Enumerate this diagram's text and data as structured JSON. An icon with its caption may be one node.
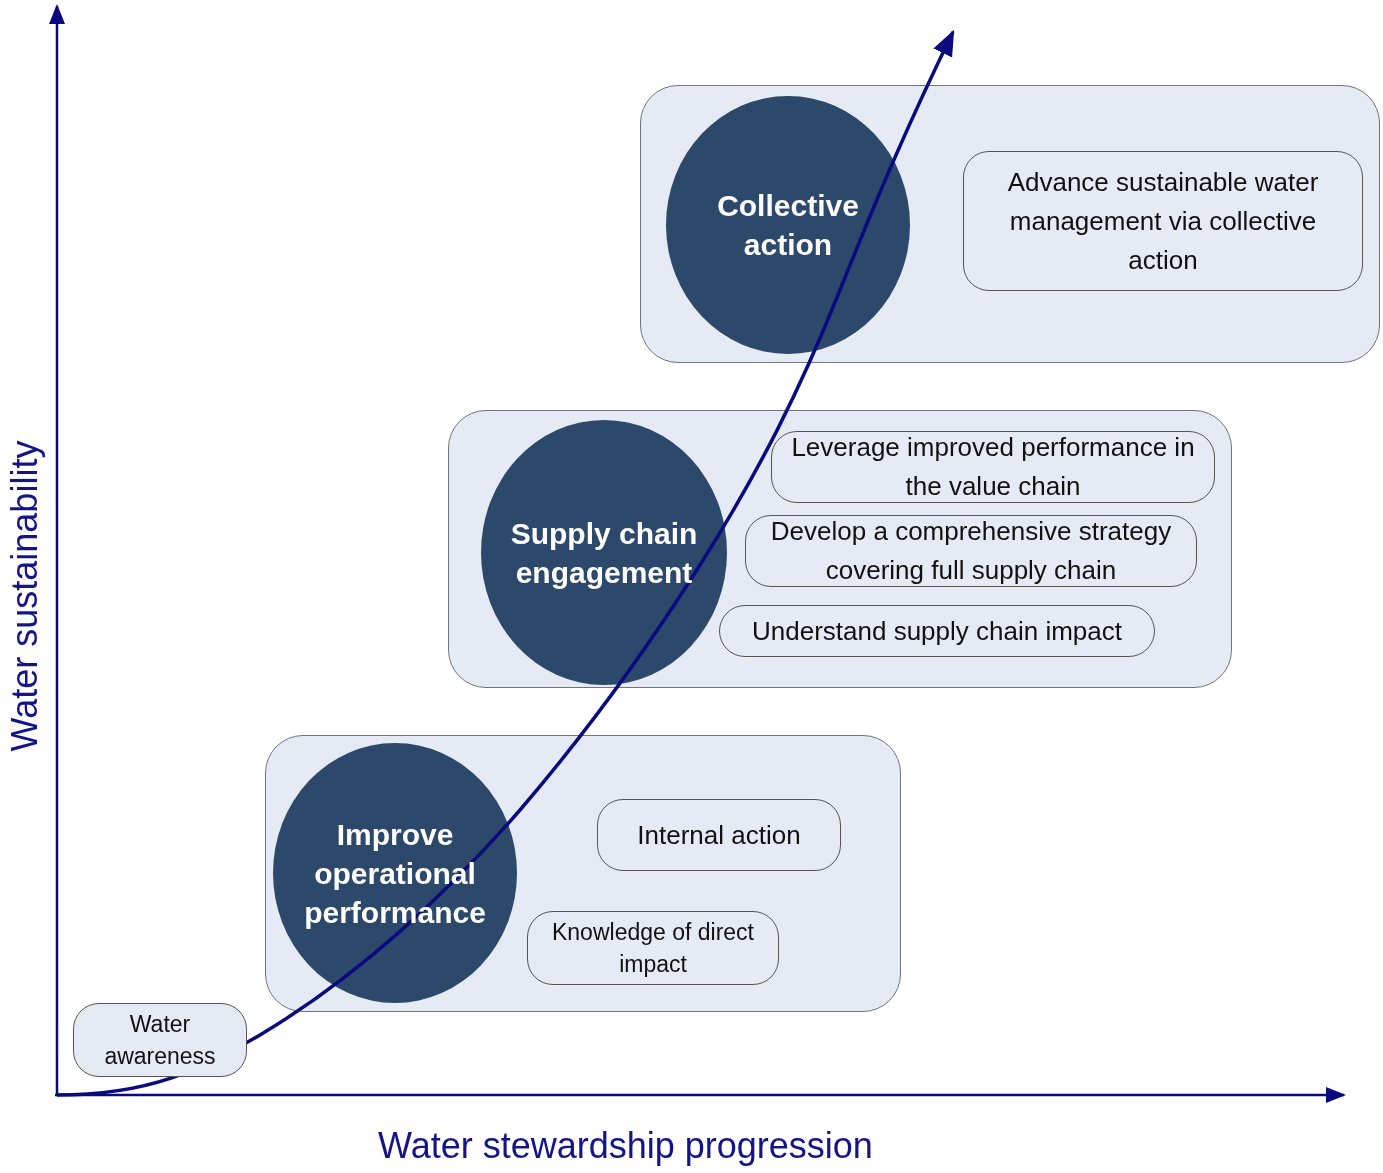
{
  "diagram": {
    "nodes": [
      {
        "text": [],
        "shape": "box"
      },
      {
        "text": [
          "Collective action"
        ],
        "in": 0
      },
      {
        "text": [
          "Advance sustainable water management via collective action"
        ],
        "in": 0
      },
      {
        "text": [],
        "shape": "box"
      },
      {
        "text": [
          "Supply chain engagement"
        ],
        "in": 3
      },
      {
        "text": [
          "Leverage improved performance in the value chain"
        ],
        "in": 3
      },
      {
        "text": [
          "Develop a comprehensive strategy covering full supply chain"
        ],
        "in": 3
      },
      {
        "text": [
          "Understand supply chain impact"
        ],
        "in": 3
      },
      {
        "text": [],
        "shape": "box"
      },
      {
        "text": [
          "Improve operational performance"
        ],
        "in": 8
      },
      {
        "text": [
          "Internal action"
        ],
        "in": 8
      },
      {
        "text": [
          "Knowledge of direct impact"
        ],
        "in": 8
      },
      {
        "text": [
          "Water awareness"
        ]
      }
    ],
    "labels": [
      "Water sustainability",
      "Water stewardship progression"
    ]
  }
}
